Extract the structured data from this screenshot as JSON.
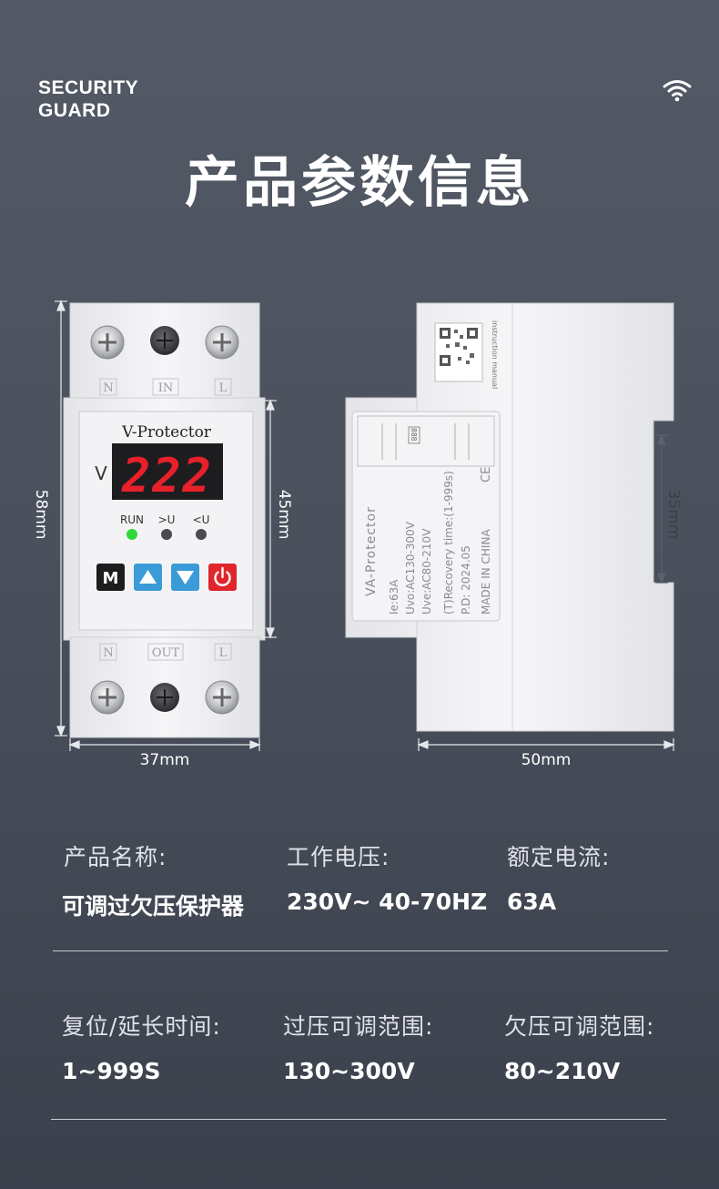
{
  "brand": {
    "line1": "SECURITY",
    "line2": "GUARD"
  },
  "header_icon": "wifi-icon",
  "title": "产品参数信息",
  "front_view": {
    "width_label": "37mm",
    "height_label": "58mm",
    "inner_height_label": "45mm",
    "device_name": "V-Protector",
    "unit_letter": "V",
    "display_value": "222",
    "indicators": [
      "RUN",
      ">U",
      "<U"
    ],
    "top_terminals": [
      "N",
      "IN",
      "L"
    ],
    "bottom_terminals": [
      "N",
      "OUT",
      "L"
    ],
    "buttons": {
      "mode": "M",
      "up_icon": "up-arrow-icon",
      "down_icon": "down-arrow-icon",
      "power_icon": "power-icon"
    }
  },
  "side_view": {
    "width_label": "50mm",
    "height_label": "35mm",
    "qr_caption": "instruction manual",
    "label_lines": [
      "VA-Protector",
      "Ie:63A",
      "Uvo:AC130-300V",
      "Uve:AC80-210V",
      "(T)Recovery time:(1-999s)",
      "P.D: 2024.05",
      "MADE IN CHINA"
    ],
    "ce_mark": "CE",
    "mini_display": "888"
  },
  "specs_row1": [
    {
      "label": "产品名称:",
      "value": "可调过欠压保护器"
    },
    {
      "label": "工作电压:",
      "value": "230V~ 40-70HZ"
    },
    {
      "label": "额定电流:",
      "value": "63A"
    }
  ],
  "specs_row2": [
    {
      "label": "复位/延长时间:",
      "value": "1~999S"
    },
    {
      "label": "过压可调范围:",
      "value": "130~300V"
    },
    {
      "label": "欠压可调范围:",
      "value": "80~210V"
    }
  ],
  "colors": {
    "background": "#4a505c",
    "device_body": "#efeff1",
    "display_digits": "#e8202a",
    "run_led": "#2fd83a",
    "arrow_button": "#3b9ad8",
    "power_button": "#e0262d"
  }
}
